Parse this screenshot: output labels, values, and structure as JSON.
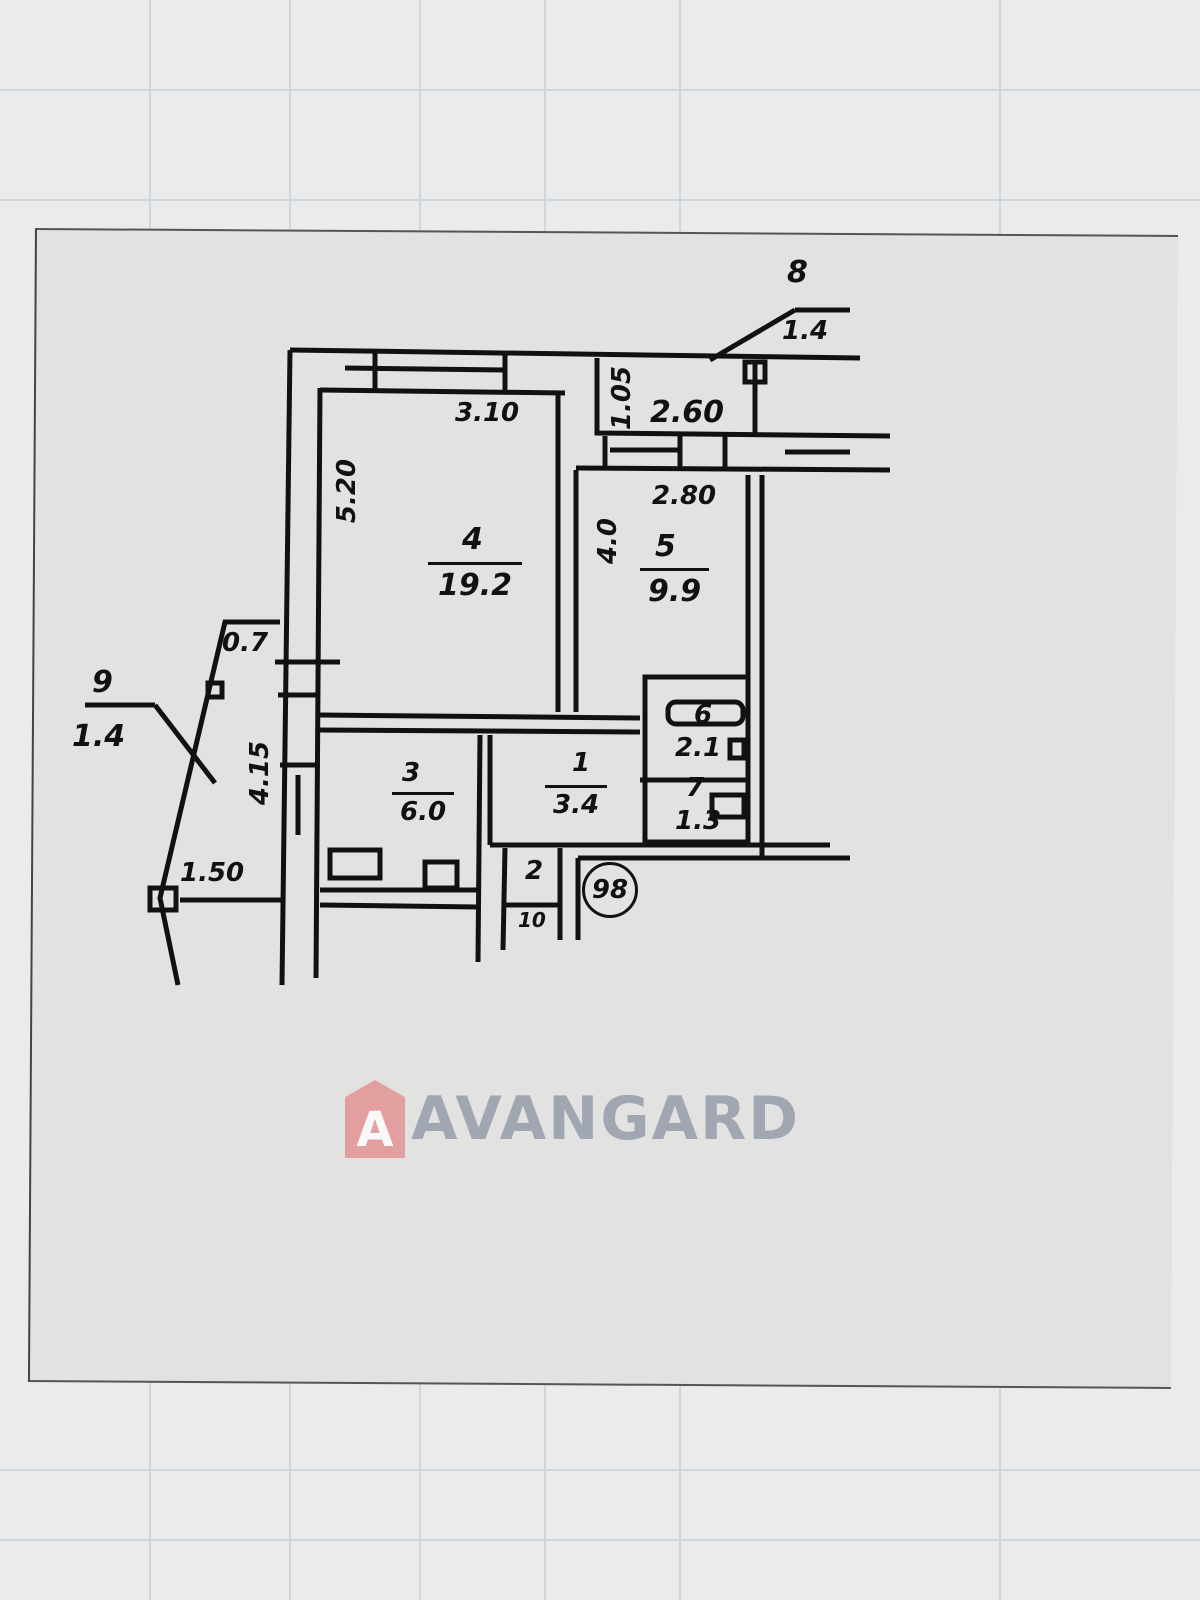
{
  "watermark": "AVANGARD",
  "watermark_colors": {
    "logo": "#e4898b",
    "text": "#8a93a3"
  },
  "rooms": [
    {
      "number": "4",
      "area": "19.2"
    },
    {
      "number": "5",
      "area": "9.9"
    },
    {
      "number": "3",
      "area": "6.0"
    },
    {
      "number": "1",
      "area": "3.4"
    },
    {
      "number": "6",
      "area": "2.1"
    },
    {
      "number": "7",
      "area": "1.3"
    },
    {
      "number": "2",
      "area": ""
    },
    {
      "number": "10",
      "area": ""
    }
  ],
  "balconies": [
    {
      "number": "8",
      "area": "1.4",
      "depth": "1.05",
      "width": "2.60"
    },
    {
      "number": "9",
      "area": "1.4",
      "depth": "0.7",
      "width": "1.50"
    }
  ],
  "dimensions": {
    "room4_width": "3.10",
    "room4_length": "5.20",
    "room5_width": "2.80",
    "room5_length": "4.0",
    "kitchen_length": "4.15"
  },
  "apartment_number": "98"
}
